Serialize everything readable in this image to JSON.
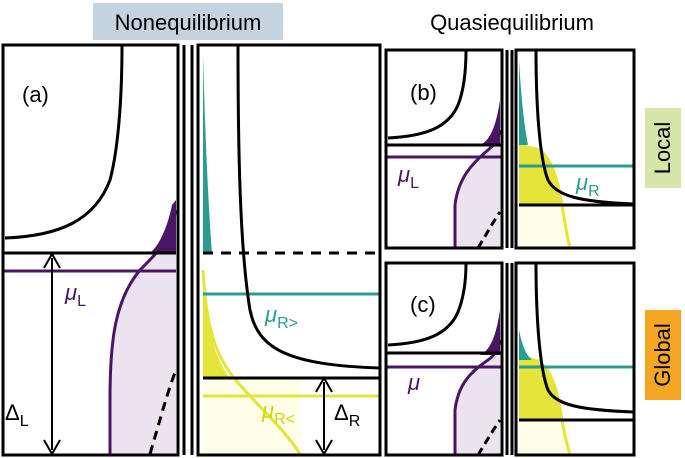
{
  "headers": {
    "nonequilibrium": "Nonequilibrium",
    "quasiequilibrium": "Quasiequilibrium"
  },
  "side_labels": {
    "local": "Local",
    "global": "Global"
  },
  "panels": {
    "a": "(a)",
    "b": "(b)",
    "c": "(c)"
  },
  "symbols": {
    "mu": "μ",
    "sub_L": "L",
    "sub_R": "R",
    "sub_R_greater": "R>",
    "sub_R_less": "R<",
    "delta": "Δ"
  },
  "colors": {
    "header_bg": "#c5d3df",
    "local_bg": "#d6e6a8",
    "global_bg": "#f5a623",
    "purple": "#4b1565",
    "purple_fill": "#ebe4ef",
    "teal": "#2a9d8f",
    "yellow": "#e4e43a",
    "yellow_light": "#fdfde8"
  }
}
